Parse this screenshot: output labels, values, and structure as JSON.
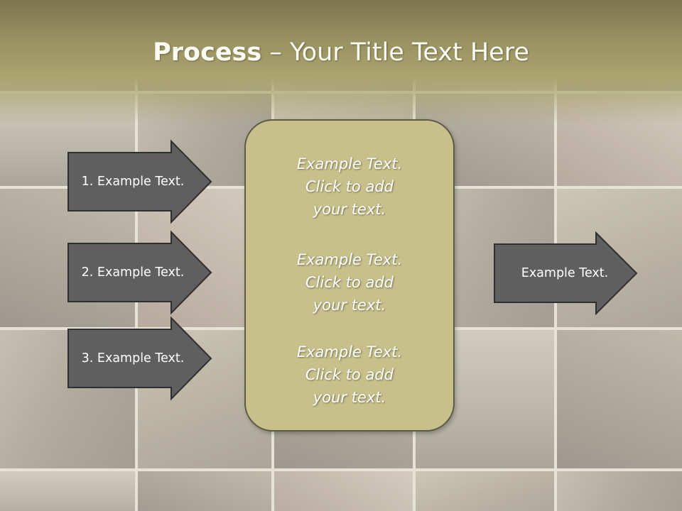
{
  "slide": {
    "title_bold": "Process",
    "title_rest": " – Your Title Text Here",
    "left_arrows": [
      {
        "label": "1. Example Text."
      },
      {
        "label": "2. Example Text."
      },
      {
        "label": "3. Example Text."
      }
    ],
    "right_arrow": {
      "label": "Example Text."
    },
    "center_box": {
      "paragraphs": [
        {
          "line1": "Example Text.",
          "line2": "Click  to add",
          "line3": "your text."
        },
        {
          "line1": "Example Text.",
          "line2": "Click  to add",
          "line3": "your text."
        },
        {
          "line1": "Example Text.",
          "line2": "Click  to add",
          "line3": "your text."
        }
      ]
    }
  },
  "colors": {
    "header": "#aba46f",
    "arrow_fill": "#5f5f5f",
    "box_fill": "#c8c08b",
    "text": "#ffffff"
  }
}
